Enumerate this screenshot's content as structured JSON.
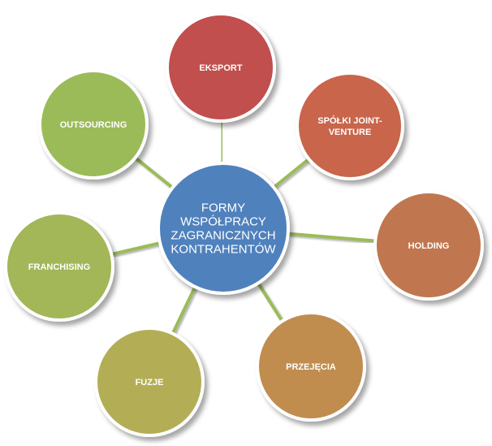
{
  "center": {
    "label_lines": [
      "FORMY",
      "WSPÓŁPRACY",
      "ZAGRANICZNYCH",
      "KONTRAHENTÓW"
    ],
    "color": "#4f81bd"
  },
  "connector_color": "#9bbb59",
  "nodes": [
    {
      "id": "eksport",
      "label_lines": [
        "EKSPORT"
      ],
      "color": "#c0504d"
    },
    {
      "id": "spolki-joint-venture",
      "label_lines": [
        "SPÓŁKI JOINT-",
        "VENTURE"
      ],
      "color": "#c8654b"
    },
    {
      "id": "holding",
      "label_lines": [
        "HOLDING"
      ],
      "color": "#c0774f"
    },
    {
      "id": "przejecia",
      "label_lines": [
        "PRZEJĘCIA"
      ],
      "color": "#c08d50"
    },
    {
      "id": "fuzje",
      "label_lines": [
        "FUZJE"
      ],
      "color": "#b3ae55"
    },
    {
      "id": "franchising",
      "label_lines": [
        "FRANCHISING"
      ],
      "color": "#a3b658"
    },
    {
      "id": "outsourcing",
      "label_lines": [
        "OUTSOURCING"
      ],
      "color": "#9bbb59"
    }
  ]
}
